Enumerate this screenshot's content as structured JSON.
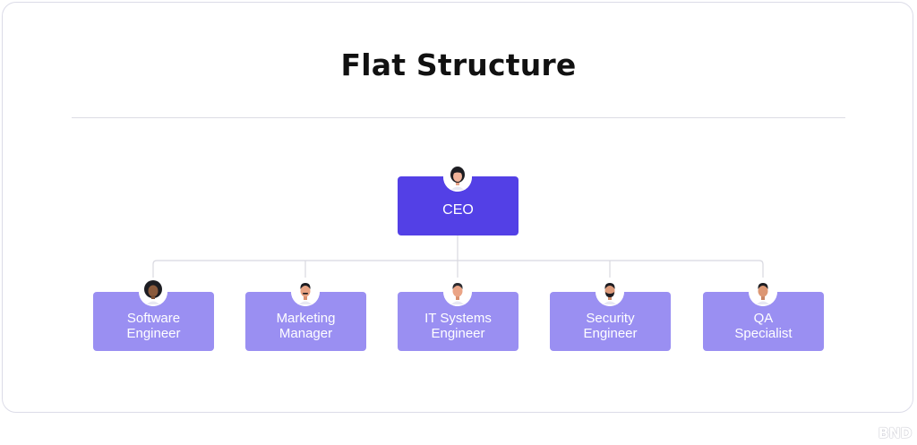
{
  "title": "Flat Structure",
  "ceo": {
    "label": "CEO"
  },
  "roles": [
    {
      "line1": "Software",
      "line2": "Engineer"
    },
    {
      "line1": "Marketing",
      "line2": "Manager"
    },
    {
      "line1": "IT Systems",
      "line2": "Engineer"
    },
    {
      "line1": "Security",
      "line2": "Engineer"
    },
    {
      "line1": "QA",
      "line2": "Specialist"
    }
  ],
  "colors": {
    "ceo_box": "#5340e6",
    "role_box": "#9a8ff2",
    "connector": "#d8d8e0"
  },
  "logo": "BND"
}
